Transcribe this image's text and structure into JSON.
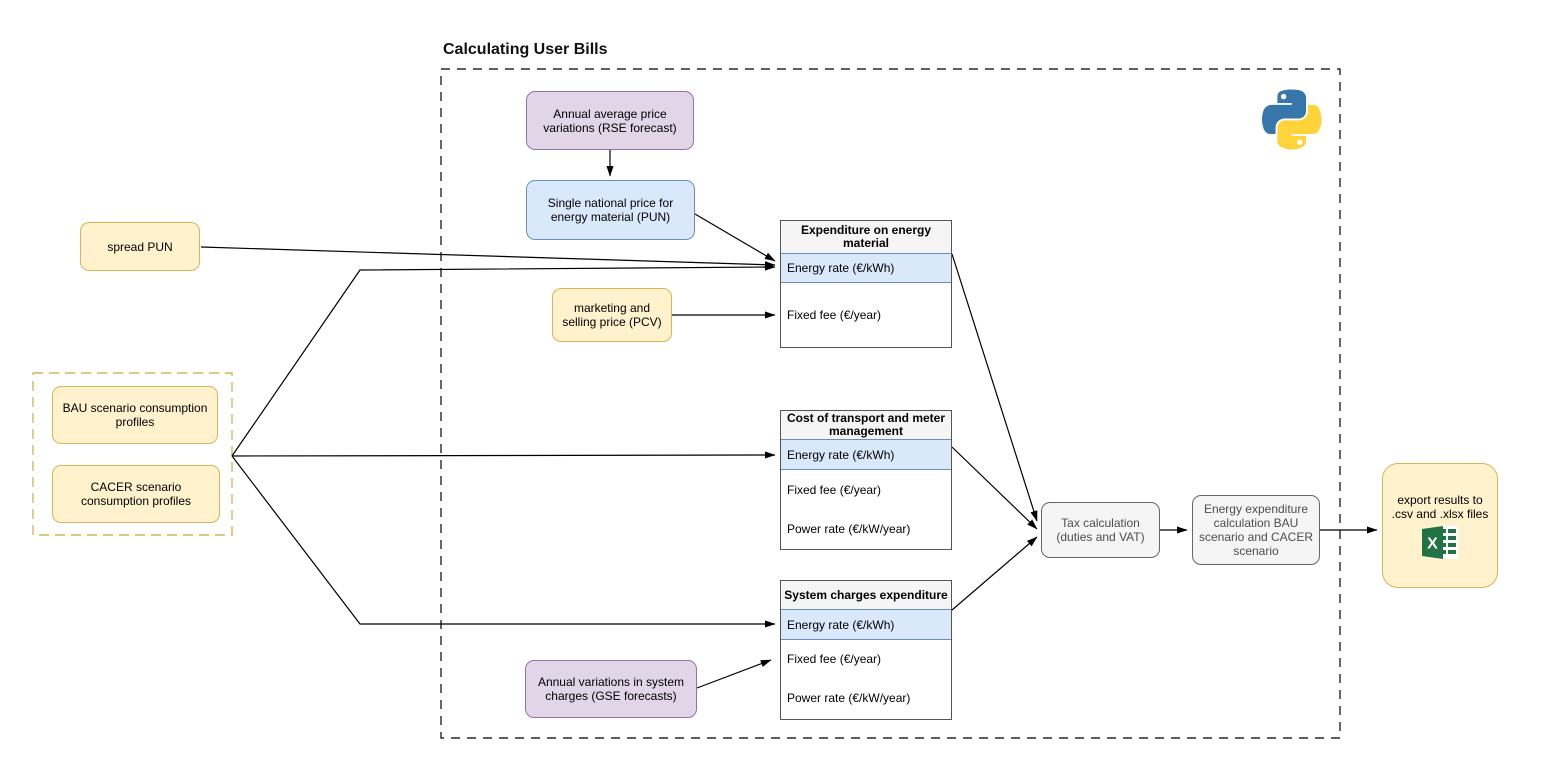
{
  "title": "Calculating User Bills",
  "nodes": {
    "rse_forecast": "Annual average price variations (RSE forecast)",
    "pun": "Single national price for energy material (PUN)",
    "spread_pun": "spread PUN",
    "pcv": "marketing and selling price (PCV)",
    "bau_profiles": "BAU scenario consumption profiles",
    "cacer_profiles": "CACER scenario consumption profiles",
    "gse_forecast": "Annual variations in system charges (GSE forecasts)",
    "tax": "Tax calculation (duties and VAT)",
    "energy_expenditure": "Energy expenditure calculation BAU scenario and CACER scenario",
    "export": "export results to .csv and .xlsx files"
  },
  "tables": [
    {
      "title": "Expenditure on energy material",
      "rows": [
        {
          "label": "Energy rate (€/kWh)"
        },
        {
          "label": "Fixed fee (€/year)"
        }
      ]
    },
    {
      "title": "Cost of transport and meter management",
      "rows": [
        {
          "label": "Energy rate (€/kWh)"
        },
        {
          "label": "Fixed fee (€/year)"
        },
        {
          "label": "Power rate (€/kW/year)"
        }
      ]
    },
    {
      "title": "System charges expenditure",
      "rows": [
        {
          "label": "Energy rate (€/kWh)"
        },
        {
          "label": "Fixed fee (€/year)"
        },
        {
          "label": "Power rate (€/kW/year)"
        }
      ]
    }
  ],
  "icons": {
    "python": "python-logo",
    "excel": "excel-spreadsheet-icon"
  },
  "colors": {
    "yellow_fill": "#FFF2CC",
    "yellow_border": "#D6B656",
    "purple_fill": "#E1D5E7",
    "purple_border": "#9673A6",
    "blue_fill": "#DAE8FC",
    "blue_border": "#6C8EBF",
    "gray_fill": "#F5F5F5",
    "gray_border": "#666666",
    "python_blue": "#3776AB",
    "python_yellow": "#FFD43B",
    "excel_green": "#217346"
  }
}
